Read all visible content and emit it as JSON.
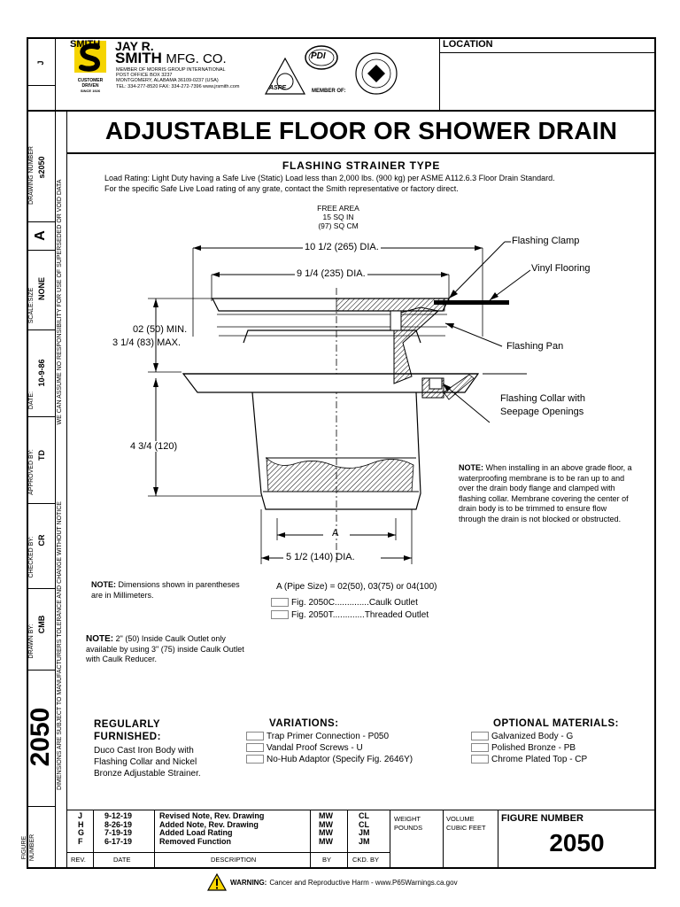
{
  "company": {
    "smith_mark": "SMITH",
    "name_line1": "JAY R.",
    "name_line2": "SMITH",
    "name_line2_suffix": "MFG. CO.",
    "member": "MEMBER OF MORRIS GROUP INTERNATIONAL",
    "pobox": "POST OFFICE BOX 3237",
    "city": "MONTGOMERY, ALABAMA 36109-0237 (USA)",
    "contact": "TEL: 334-277-8520   FAX: 334-272-7396   www.jrsmith.com",
    "tagline1": "CUSTOMER",
    "tagline2": "DRIVEN",
    "since": "SINCE 1926",
    "member_of": "MEMBER OF:",
    "seal_text": "PDI",
    "asse_text": "ASPE"
  },
  "location_label": "LOCATION",
  "title": "ADJUSTABLE FLOOR OR SHOWER DRAIN",
  "subtitle": "FLASHING STRAINER TYPE",
  "load_rating": "Load Rating: Light Duty having a Safe Live (Static) Load less than 2,000 lbs. (900 kg) per ASME A112.6.3 Floor Drain Standard.",
  "load_rating2": "For the specific Safe Live Load rating of any grate, contact the Smith representative or factory direct.",
  "free_area": [
    "FREE AREA",
    "15 SQ IN",
    "(97) SQ CM"
  ],
  "dims": {
    "d1": "10 1/2 (265) DIA.",
    "d2": "9 1/4 (235) DIA.",
    "d3a": "02 (50) MIN.",
    "d3b": "3 1/4 (83) MAX.",
    "d4": "4 3/4 (120)",
    "d5": "A",
    "d6": "5 1/2 (140) DIA."
  },
  "callouts": {
    "c1": "Flashing Clamp",
    "c2": "Vinyl Flooring",
    "c3": "Flashing Pan",
    "c4a": "Flashing Collar with",
    "c4b": "Seepage Openings"
  },
  "note_right": {
    "label": "NOTE:",
    "text": "When installing in an above grade floor, a waterproofing membrane is to be ran up to and over the drain body flange and clamped with flashing collar. Membrane covering the center of drain body is to be trimmed to ensure flow through the drain is not blocked or obstructed."
  },
  "note_dims": {
    "label": "NOTE:",
    "text": "Dimensions shown in parentheses are in Millimeters."
  },
  "pipe_size": "A (Pipe Size) =  02(50), 03(75) or 04(100)",
  "figs": [
    {
      "fig": "Fig. 2050C",
      "dots": "..............",
      "desc": "Caulk Outlet"
    },
    {
      "fig": "Fig. 2050T",
      "dots": ".............",
      "desc": "Threaded Outlet"
    }
  ],
  "note_caulk": {
    "label": "NOTE:",
    "text": "2\" (50) Inside Caulk Outlet only available by using 3\" (75) inside Caulk Outlet with Caulk Reducer."
  },
  "regular": {
    "heading1": "REGULARLY",
    "heading2": "FURNISHED:",
    "lines": [
      "Duco Cast Iron Body with",
      "Flashing Collar and Nickel",
      "Bronze Adjustable Strainer."
    ]
  },
  "variations": {
    "heading": "VARIATIONS:",
    "items": [
      "Trap Primer Connection - P050",
      "Vandal Proof Screws - U",
      "No-Hub Adaptor (Specify Fig. 2646Y)"
    ]
  },
  "optional": {
    "heading": "OPTIONAL MATERIALS:",
    "items": [
      "Galvanized Body - G",
      "Polished Bronze - PB",
      "Chrome Plated Top - CP"
    ]
  },
  "revisions": [
    {
      "rev": "J",
      "date": "9-12-19",
      "desc": "Revised Note, Rev. Drawing",
      "by": "MW",
      "ckd": "CL"
    },
    {
      "rev": "H",
      "date": "8-26-19",
      "desc": "Added Note, Rev. Drawing",
      "by": "MW",
      "ckd": "CL"
    },
    {
      "rev": "G",
      "date": "7-19-19",
      "desc": "Added Load Rating",
      "by": "MW",
      "ckd": "JM"
    },
    {
      "rev": "F",
      "date": "6-17-19",
      "desc": "Removed Function",
      "by": "MW",
      "ckd": "JM"
    }
  ],
  "rev_headers": {
    "rev": "REV.",
    "date": "DATE",
    "desc": "DESCRIPTION",
    "by": "BY",
    "ckd": "CKD. BY"
  },
  "weight": {
    "l1": "WEIGHT",
    "l2": "POUNDS"
  },
  "volume": {
    "l1": "VOLUME",
    "l2": "CUBIC FEET"
  },
  "figure_number_label": "FIGURE NUMBER",
  "figure_number": "2050",
  "sidebar": {
    "rev_letter": "J",
    "drawing_number_label": "DRAWING NUMBER",
    "drawing_number": "s2050",
    "size_letter": "A",
    "scale_label": "SCALE:SIZE",
    "scale": "NONE",
    "date_label": "DATE:",
    "date": "10-9-86",
    "approved_label": "APPROVED BY:",
    "approved": "TD",
    "checked_label": "CHECKED BY:",
    "checked": "CR",
    "drawn_label": "DRAWN BY:",
    "drawn": "CMB",
    "big_number": "2050",
    "figure_label1": "FIGURE",
    "figure_label2": "NUMBER",
    "disclaimer1": "WE CAN ASSUME NO RESPONSIBILITY FOR USE OF SUPERSEDED OR VOID DATA",
    "disclaimer2": "DIMENSIONS ARE SUBJECT TO MANUFACTURERS TOLERANCE AND CHANGE WITHOUT NOTICE"
  },
  "warning": {
    "label": "WARNING:",
    "text": "Cancer and Reproductive Harm - www.P65Warnings.ca.gov"
  },
  "colors": {
    "logo_yellow": "#f5d400",
    "warning_yellow": "#ffd900"
  }
}
